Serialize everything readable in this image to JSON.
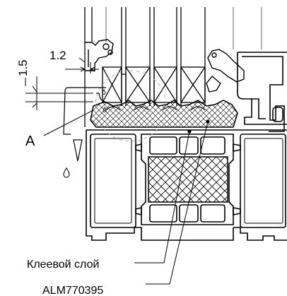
{
  "drawing": {
    "dimension_1": "1.5",
    "dimension_2": "1.2",
    "detail_marker": "A",
    "callout_adhesive": "Клеевой слой",
    "callout_profile": "ALM770395"
  }
}
